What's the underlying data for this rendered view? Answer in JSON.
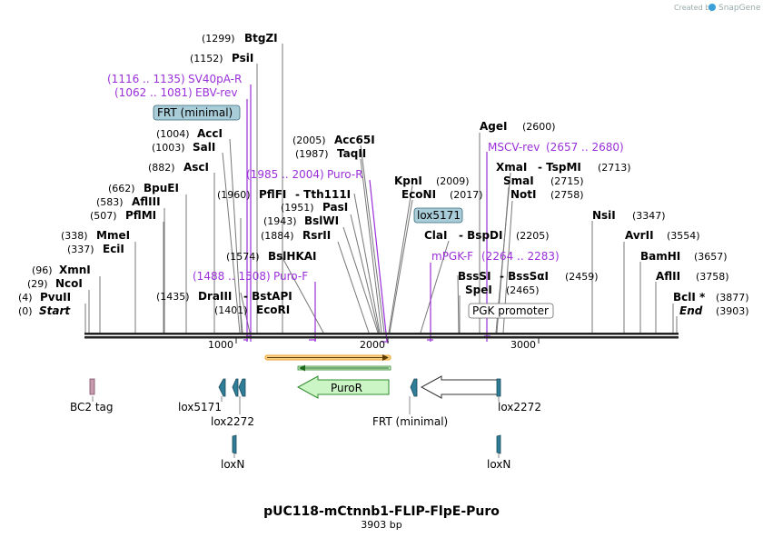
{
  "watermark": {
    "created_by": "Created by",
    "brand": "SnapGene"
  },
  "title": "pUC118-mCtnnb1-FLIP-FlpE-Puro",
  "subtitle": "3903 bp",
  "colors": {
    "primer": "#9b30d9",
    "feature_box": "#a8cdd8",
    "puro_fill": "#ccf5c6",
    "puro_border": "#2e8b2e",
    "orf_orange": "#f0a22a",
    "lox": "#2f7d97",
    "bc2": "#c89ab0"
  },
  "ruler": {
    "ticks": [
      {
        "label": "1000",
        "bp": 1000
      },
      {
        "label": "2000",
        "bp": 2000
      },
      {
        "label": "3000",
        "bp": 3000
      }
    ]
  },
  "sites": [
    {
      "pos": "(1299)",
      "name": "BtgZI",
      "bp": 1299
    },
    {
      "pos": "(1152)",
      "name": "PsiI",
      "bp": 1152
    },
    {
      "pos": "(1004)",
      "name": "AccI",
      "bp": 1004
    },
    {
      "pos": "(1003)",
      "name": "SalI",
      "bp": 1003
    },
    {
      "pos": "(882)",
      "name": "AscI",
      "bp": 882
    },
    {
      "pos": "(662)",
      "name": "BpuEI",
      "bp": 662
    },
    {
      "pos": "(583)",
      "name": "AflIII",
      "bp": 583
    },
    {
      "pos": "(507)",
      "name": "PflMI",
      "bp": 507
    },
    {
      "pos": "(338)",
      "name": "MmeI",
      "bp": 338
    },
    {
      "pos": "(337)",
      "name": "EciI",
      "bp": 337
    },
    {
      "pos": "(96)",
      "name": "XmnI",
      "bp": 96
    },
    {
      "pos": "(29)",
      "name": "NcoI",
      "bp": 29
    },
    {
      "pos": "(4)",
      "name": "PvuII",
      "bp": 4
    },
    {
      "pos": "(0)",
      "name": "Start",
      "bp": 0
    },
    {
      "pos": "(2005)",
      "name": "Acc65I",
      "bp": 2005
    },
    {
      "pos": "(1987)",
      "name": "TaqII",
      "bp": 1987
    },
    {
      "pos": "(1960)",
      "name": "PflFI",
      "extra": "- Tth111I",
      "bp": 1960
    },
    {
      "pos": "(1951)",
      "name": "PasI",
      "bp": 1951
    },
    {
      "pos": "(1943)",
      "name": "BslWI",
      "bp": 1943
    },
    {
      "pos": "(1884)",
      "name": "RsrII",
      "bp": 1884
    },
    {
      "pos": "(1574)",
      "name": "BslHKAI",
      "bp": 1574
    },
    {
      "pos": "(1435)",
      "name": "DraIII",
      "extra": "- BstAPI",
      "bp": 1435
    },
    {
      "pos": "(1401)",
      "name": "EcoRI",
      "bp": 1401
    },
    {
      "pos": "(2009)",
      "name": "KpnI",
      "bp": 2009
    },
    {
      "pos": "(2017)",
      "name": "EcoNI",
      "bp": 2017
    },
    {
      "pos": "(2600)",
      "name": "AgeI",
      "bp": 2600
    },
    {
      "pos": "(2713)",
      "name": "XmaI",
      "extra": "- TspMI",
      "bp": 2713
    },
    {
      "pos": "(2715)",
      "name": "SmaI",
      "bp": 2715
    },
    {
      "pos": "(2758)",
      "name": "NotI",
      "bp": 2758
    },
    {
      "pos": "(2205)",
      "name": "ClaI",
      "extra": "- BspDI",
      "bp": 2205
    },
    {
      "pos": "(2459)",
      "name": "BssSI",
      "extra": "- BssSαI",
      "bp": 2459
    },
    {
      "pos": "(2465)",
      "name": "SpeI",
      "bp": 2465
    },
    {
      "pos": "(3347)",
      "name": "NsiI",
      "bp": 3347
    },
    {
      "pos": "(3554)",
      "name": "AvrII",
      "bp": 3554
    },
    {
      "pos": "(3657)",
      "name": "BamHI",
      "bp": 3657
    },
    {
      "pos": "(3758)",
      "name": "AflII",
      "bp": 3758
    },
    {
      "pos": "(3877)",
      "name": "BclI *",
      "bp": 3877
    },
    {
      "pos": "(3903)",
      "name": "End",
      "bp": 3903
    }
  ],
  "primers": [
    {
      "range": "(1116 .. 1135)",
      "name": "SV40pA-R"
    },
    {
      "range": "(1062 .. 1081)",
      "name": "EBV-rev"
    },
    {
      "range": "(1985 .. 2004)",
      "name": "Puro-R"
    },
    {
      "range": "(1488 .. 1508)",
      "name": "Puro-F"
    },
    {
      "range": "(2657 .. 2680)",
      "name": "MSCV-rev"
    },
    {
      "range": "(2264 .. 2283)",
      "name": "mPGK-F"
    }
  ],
  "boxed_features": [
    {
      "label": "FRT (minimal)"
    },
    {
      "label": "lox5171"
    },
    {
      "label": "PGK promoter"
    }
  ],
  "map_features": [
    {
      "label": "BC2 tag"
    },
    {
      "label": "lox5171"
    },
    {
      "label": "lox2272"
    },
    {
      "label": "loxN"
    },
    {
      "label": "PuroR"
    },
    {
      "label": "FRT (minimal)"
    },
    {
      "label": "lox2272"
    },
    {
      "label": "loxN"
    }
  ]
}
